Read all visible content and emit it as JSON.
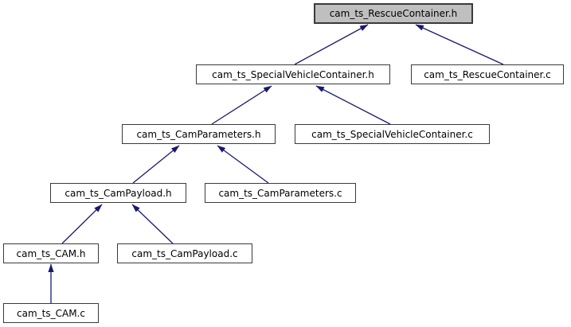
{
  "graph": {
    "type": "include-dependency-graph",
    "colors": {
      "edge": "#191970",
      "root_node_fill": "#bfbfbf",
      "node_fill": "#ffffff",
      "node_border": "#3a3a3a",
      "text": "#000000",
      "background": "#ffffff"
    },
    "nodes": [
      {
        "id": "rescue_h",
        "label": "cam_ts_RescueContainer.h",
        "highlighted": true
      },
      {
        "id": "svc_h",
        "label": "cam_ts_SpecialVehicleContainer.h",
        "highlighted": false
      },
      {
        "id": "rescue_c",
        "label": "cam_ts_RescueContainer.c",
        "highlighted": false
      },
      {
        "id": "camparams_h",
        "label": "cam_ts_CamParameters.h",
        "highlighted": false
      },
      {
        "id": "svc_c",
        "label": "cam_ts_SpecialVehicleContainer.c",
        "highlighted": false
      },
      {
        "id": "campayload_h",
        "label": "cam_ts_CamPayload.h",
        "highlighted": false
      },
      {
        "id": "camparams_c",
        "label": "cam_ts_CamParameters.c",
        "highlighted": false
      },
      {
        "id": "cam_h",
        "label": "cam_ts_CAM.h",
        "highlighted": false
      },
      {
        "id": "campayload_c",
        "label": "cam_ts_CamPayload.c",
        "highlighted": false
      },
      {
        "id": "cam_c",
        "label": "cam_ts_CAM.c",
        "highlighted": false
      }
    ],
    "edges": [
      {
        "from": "svc_h",
        "to": "rescue_h"
      },
      {
        "from": "rescue_c",
        "to": "rescue_h"
      },
      {
        "from": "camparams_h",
        "to": "svc_h"
      },
      {
        "from": "svc_c",
        "to": "svc_h"
      },
      {
        "from": "campayload_h",
        "to": "camparams_h"
      },
      {
        "from": "camparams_c",
        "to": "camparams_h"
      },
      {
        "from": "cam_h",
        "to": "campayload_h"
      },
      {
        "from": "campayload_c",
        "to": "campayload_h"
      },
      {
        "from": "cam_c",
        "to": "cam_h"
      }
    ]
  }
}
